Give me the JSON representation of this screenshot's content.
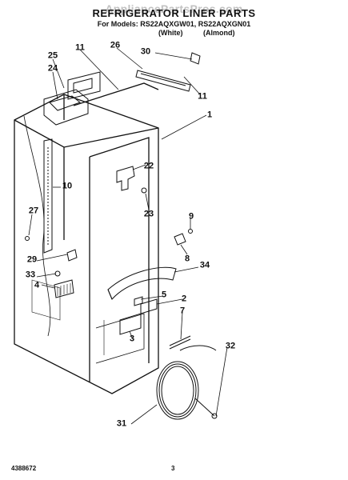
{
  "watermark": "AppliancePartsPros.com",
  "header": {
    "title": "REFRIGERATOR LINER PARTS",
    "models_line": "For Models: RS22AQXGW01, RS22AQXGN01",
    "color_white": "(White)",
    "color_almond": "(Almond)"
  },
  "callouts": {
    "c1": "1",
    "c2": "2",
    "c3": "3",
    "c4": "4",
    "c5": "5",
    "c7": "7",
    "c8": "8",
    "c9": "9",
    "c10": "10",
    "c11a": "11",
    "c11b": "11",
    "c22": "22",
    "c23": "23",
    "c24": "24",
    "c25": "25",
    "c26": "26",
    "c27": "27",
    "c29": "29",
    "c30": "30",
    "c31": "31",
    "c32": "32",
    "c33": "33",
    "c34": "34"
  },
  "footer": {
    "part_number": "4388672",
    "page_number": "3"
  }
}
